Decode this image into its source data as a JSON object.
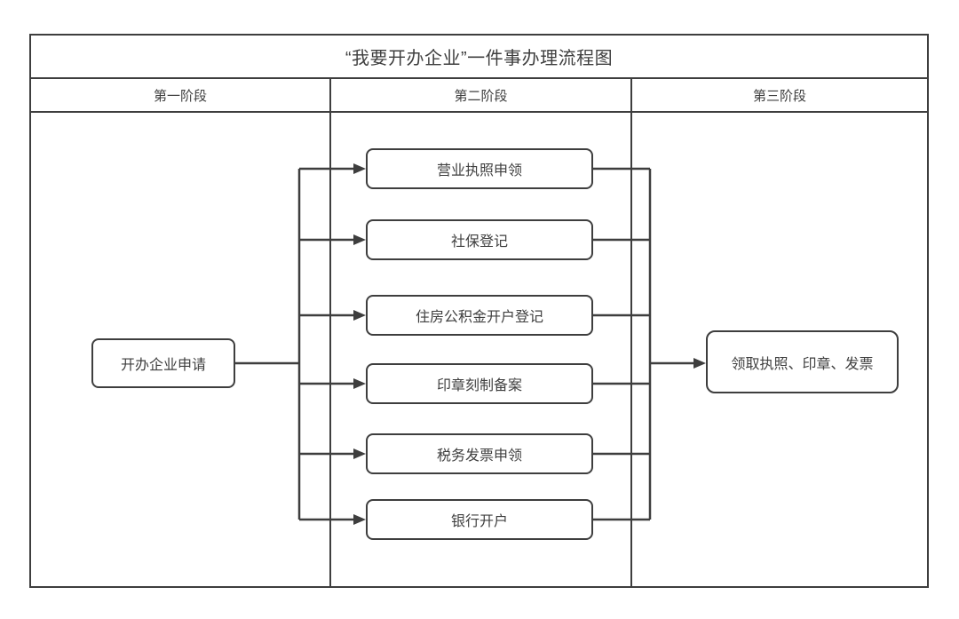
{
  "diagram": {
    "title": "“我要开办企业”一件事办理流程图",
    "columns": [
      {
        "label": "第一阶段"
      },
      {
        "label": "第二阶段"
      },
      {
        "label": "第三阶段"
      }
    ],
    "start_node": {
      "label": "开办企业申请"
    },
    "tasks": [
      {
        "label": "营业执照申领"
      },
      {
        "label": "社保登记"
      },
      {
        "label": "住房公积金开户登记"
      },
      {
        "label": "印章刻制备案"
      },
      {
        "label": "税务发票申领"
      },
      {
        "label": "银行开户"
      }
    ],
    "end_node": {
      "label": "领取执照、印章、发票"
    },
    "colors": {
      "line": "#3e3e3e",
      "text": "#3f3f3f",
      "background": "#ffffff"
    }
  }
}
